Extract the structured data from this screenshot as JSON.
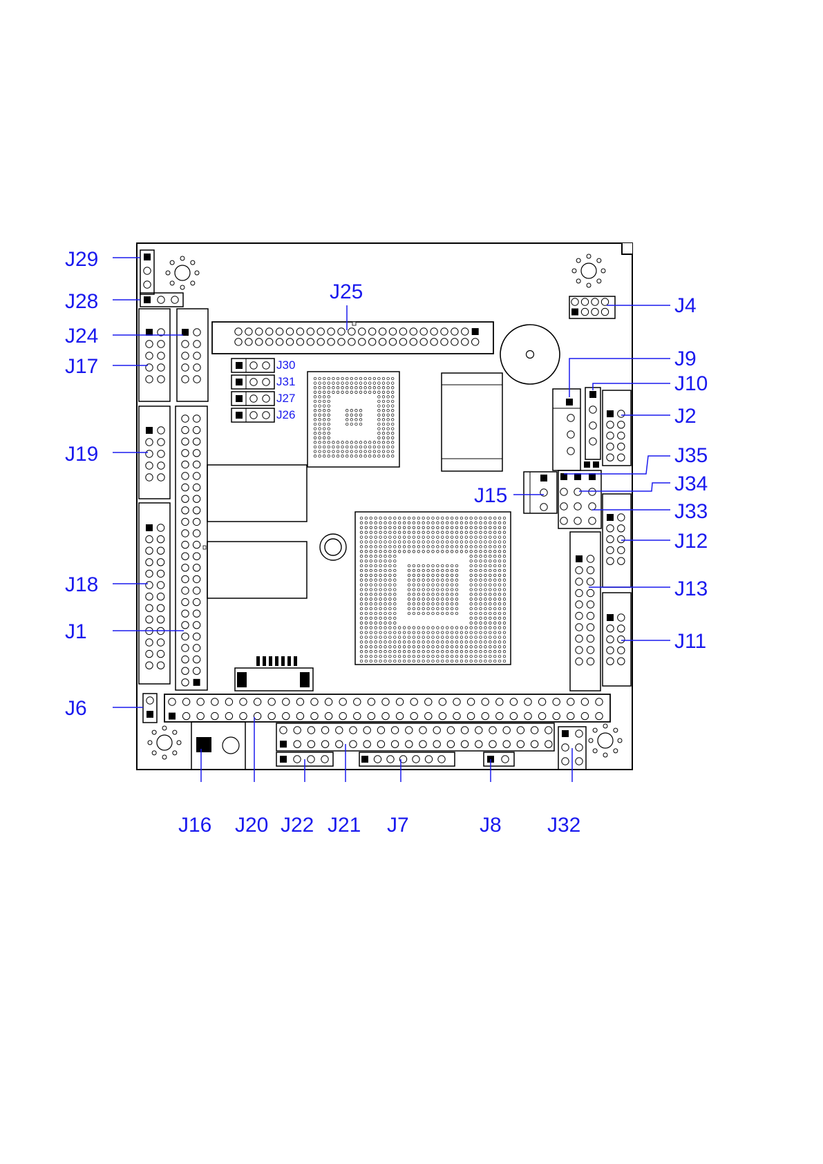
{
  "colors": {
    "label": "#1a1aee",
    "line": "#1a1aee",
    "board_stroke": "#000000",
    "board_fill": "#ffffff"
  },
  "labels": {
    "J29": "J29",
    "J28": "J28",
    "J24": "J24",
    "J17": "J17",
    "J19": "J19",
    "J18": "J18",
    "J1": "J1",
    "J6": "J6",
    "J25": "J25",
    "J4": "J4",
    "J9": "J9",
    "J10": "J10",
    "J2": "J2",
    "J35": "J35",
    "J34": "J34",
    "J33": "J33",
    "J15": "J15",
    "J12": "J12",
    "J13": "J13",
    "J11": "J11",
    "J30": "J30",
    "J31": "J31",
    "J27": "J27",
    "J26": "J26",
    "J16": "J16",
    "J20": "J20",
    "J22": "J22",
    "J21": "J21",
    "J7": "J7",
    "J8": "J8",
    "J32": "J32"
  }
}
